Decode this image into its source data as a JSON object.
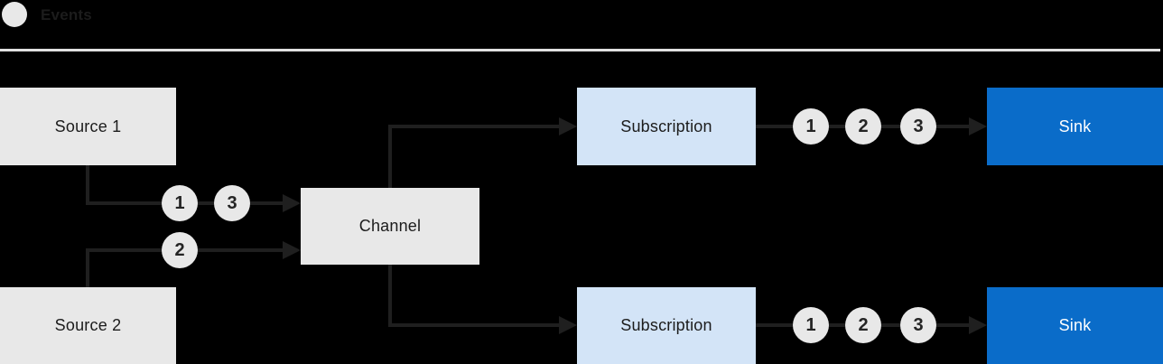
{
  "legend": {
    "label": "Events"
  },
  "colors": {
    "background": "#000000",
    "node_gray": "#e8e8e8",
    "subscription_blue": "#d3e4f7",
    "sink_blue": "#0a6cc9",
    "line": "#1f1f1f",
    "divider": "#e0e0e0",
    "text_dark": "#1c1c1c",
    "text_light": "#ffffff",
    "event_circle": "#e8e8e8"
  },
  "nodes": {
    "source1": {
      "label": "Source 1"
    },
    "source2": {
      "label": "Source 2"
    },
    "channel": {
      "label": "Channel"
    },
    "subscription_top": {
      "label": "Subscription"
    },
    "subscription_bottom": {
      "label": "Subscription"
    },
    "sink_top": {
      "label": "Sink"
    },
    "sink_bottom": {
      "label": "Sink"
    }
  },
  "events": {
    "source1_to_channel": [
      "1",
      "3"
    ],
    "source2_to_channel": [
      "2"
    ],
    "subscription_top_to_sink": [
      "1",
      "2",
      "3"
    ],
    "subscription_bottom_to_sink": [
      "1",
      "2",
      "3"
    ]
  }
}
